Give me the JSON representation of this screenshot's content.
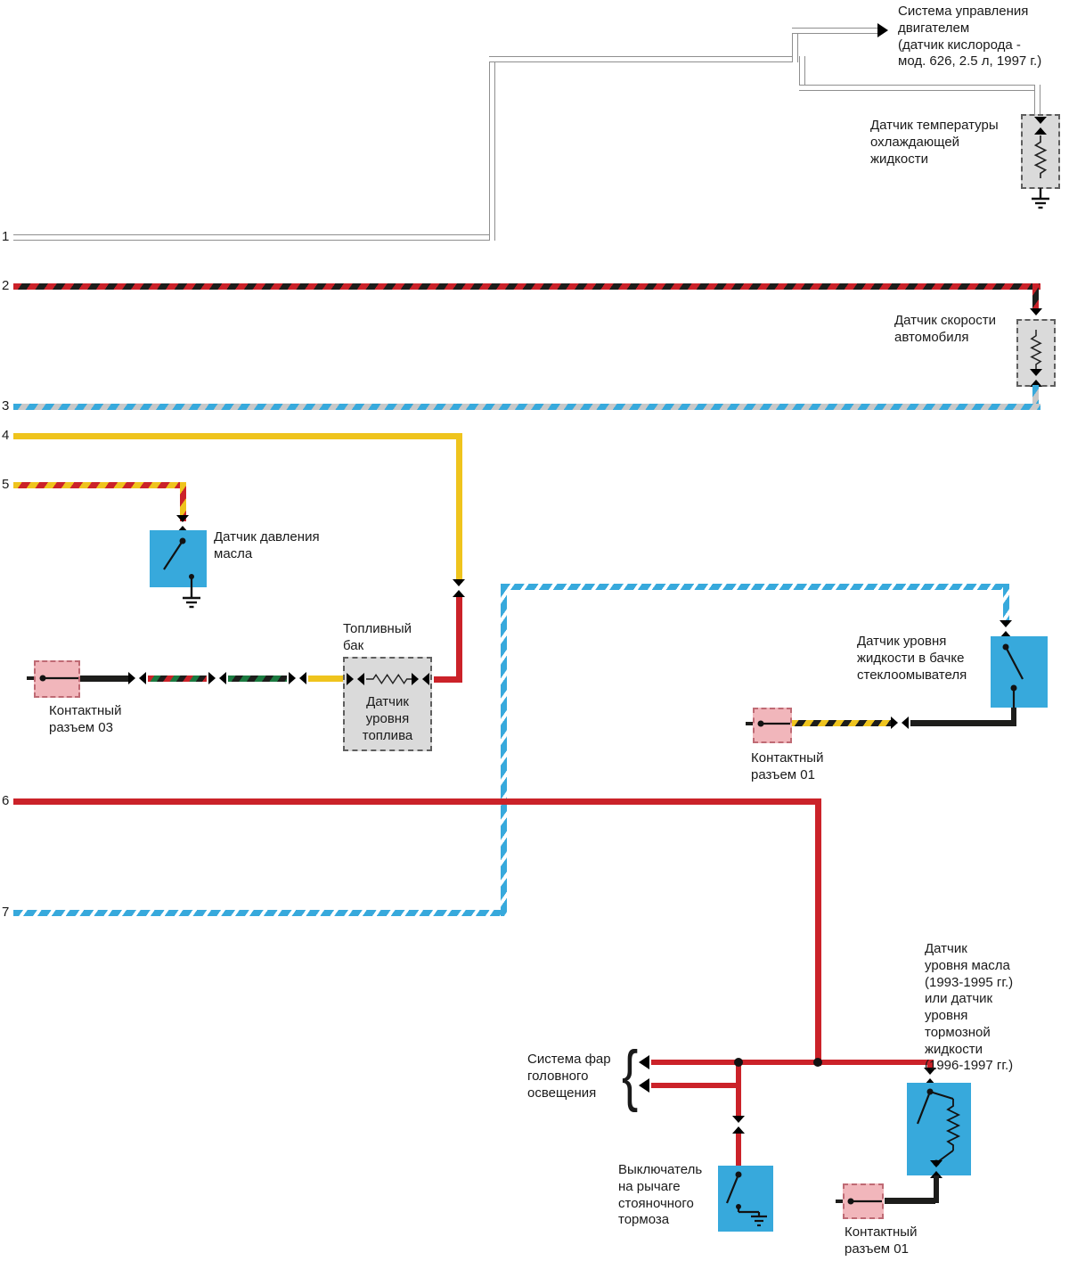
{
  "colors": {
    "wire_red": "#cb2229",
    "wire_black": "#1d1d1b",
    "wire_yellow": "#efc41d",
    "wire_blue": "#37a9dc",
    "wire_green": "#1b7a40",
    "stripe_gray": "#c8c8c8",
    "box_blue": "#37a9dc",
    "box_gray": "#dadada",
    "box_pink": "#f1b6bb",
    "pink_border": "#bf6a74",
    "gray_border": "#5f5f5f",
    "text": "#1a1a1a"
  },
  "wires": [
    {
      "number": "1",
      "color_name": "white"
    },
    {
      "number": "2",
      "color_name": "red-black"
    },
    {
      "number": "3",
      "color_name": "blue-gray"
    },
    {
      "number": "4",
      "color_name": "yellow"
    },
    {
      "number": "5",
      "color_name": "yellow-red"
    },
    {
      "number": "6",
      "color_name": "red"
    },
    {
      "number": "7",
      "color_name": "blue-white"
    }
  ],
  "labels": {
    "engine_management": "Система управления\nдвигателем\n(датчик кислорода -\nмод. 626, 2.5 л, 1997 г.)",
    "coolant_temp_sensor": "Датчик температуры\nохлаждающей\nжидкости",
    "vehicle_speed_sensor": "Датчик скорости\nавтомобиля",
    "oil_pressure_sensor": "Датчик давления\nмасла",
    "fuel_tank": "Топливный\nбак",
    "fuel_level_sensor": "Датчик\nуровня\nтоплива",
    "connector_03": "Контактный\nразъем 03",
    "washer_fluid_sensor": "Датчик уровня\nжидкости в бачке\nстеклоомывателя",
    "connector_01_washer": "Контактный\nразъем 01",
    "oil_level_sensor": "Датчик\nуровня масла\n(1993-1995 гг.)\nили датчик\nуровня\nтормозной\nжидкости\n(1996-1997 гг.)",
    "headlight_system": "Система фар\nголовного\nосвещения",
    "parking_brake_switch": "Выключатель\nна рычаге\nстояночного\nтормоза",
    "connector_01_oil": "Контактный\nразъем 01",
    "brace": "{"
  }
}
